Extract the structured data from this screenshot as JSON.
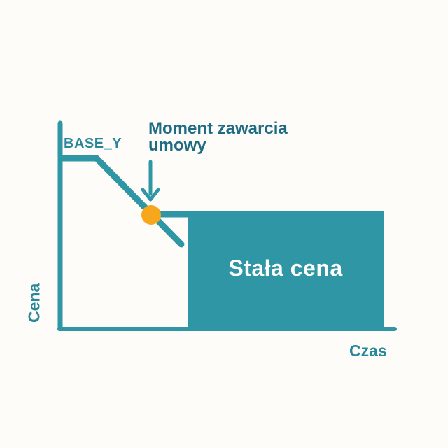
{
  "chart": {
    "y_axis_label": "Cena",
    "x_axis_label": "Czas",
    "base_level_label": "BASE_Y",
    "annotation": {
      "line1": "Moment zawarcia",
      "line2": "umowy",
      "full_text": "Moment zawarcia umowy"
    },
    "fixed_price_label": "Stała cena"
  },
  "colors": {
    "teal_shapes": "#2E96A4",
    "teal_axis_labels": "#28879A",
    "teal_annotation_text": "#1E6C83",
    "marker_orange": "#F6A71B",
    "fixed_price_text": "#FFFFFF",
    "background": "#FDFCF9"
  },
  "chart_data": {
    "type": "line",
    "title": "",
    "xlabel": "Czas",
    "ylabel": "Cena",
    "x_range": [
      0,
      1
    ],
    "y_range": [
      0,
      1
    ],
    "grid": false,
    "legend": "none",
    "series": [
      {
        "name": "variable-price-before-contract",
        "x": [
          0.0,
          0.11,
          0.36
        ],
        "y": [
          0.83,
          0.83,
          0.41
        ],
        "style": "thick teal line, starts horizontal at BASE_Y level then declines diagonally"
      },
      {
        "name": "fixed-price-after-contract",
        "x": [
          0.27,
          0.96
        ],
        "y": [
          0.56,
          0.56
        ],
        "style": "horizontal teal line continuing from contract point; area under it from x=0.38 to x=0.96 is a solid filled block labeled 'Stała cena'"
      }
    ],
    "points": [
      {
        "name": "contract-point",
        "x": 0.27,
        "y": 0.56,
        "marker": "circle",
        "marker_color": "#F6A71B",
        "label": "Moment zawarcia umowy"
      }
    ],
    "filled_region": {
      "label": "Stała cena",
      "x0": 0.38,
      "x1": 0.96,
      "y0": 0.01,
      "y1": 0.57,
      "fill": "#2E96A4"
    },
    "annotations": [
      {
        "text": "BASE_Y",
        "position": "top of y-axis, left of starting price level"
      },
      {
        "text": "Moment zawarcia umowy",
        "arrow": "down",
        "target": "contract-point"
      },
      {
        "text": "Stała cena",
        "position": "centered inside filled region"
      }
    ]
  }
}
